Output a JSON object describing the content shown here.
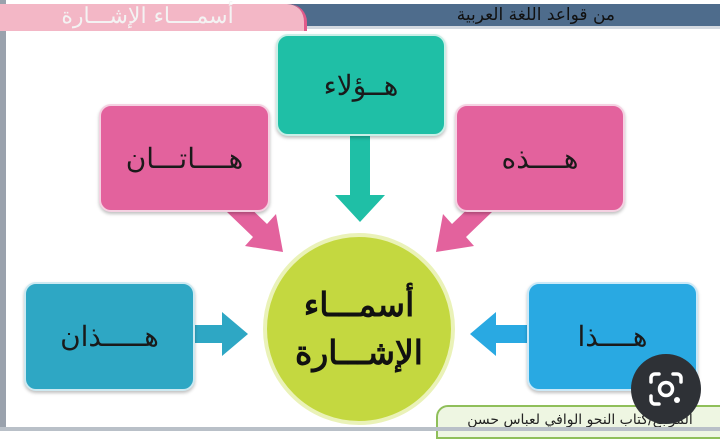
{
  "header": {
    "left_title": "أسمــــاء الإشـــارة",
    "right_title": "من قواعد اللغة العربية"
  },
  "diagram": {
    "center_line1": "أسمـــاء",
    "center_line2": "الإشـــارة",
    "top": "هــؤلاء",
    "upper_left": "هــــاتـــان",
    "upper_right": "هــــذه",
    "left": "هـــــذان",
    "right": "هــــذا"
  },
  "footer": {
    "reference": "المرجع/كتاب النحو الوافي لعباس حسن"
  },
  "colors": {
    "pink": "#e3629d",
    "teal": "#1fbfa6",
    "blue_dark": "#2ea7c4",
    "blue_light": "#29a9e2",
    "center": "#c4d840"
  },
  "icons": {
    "lens": "google-lens-icon"
  }
}
